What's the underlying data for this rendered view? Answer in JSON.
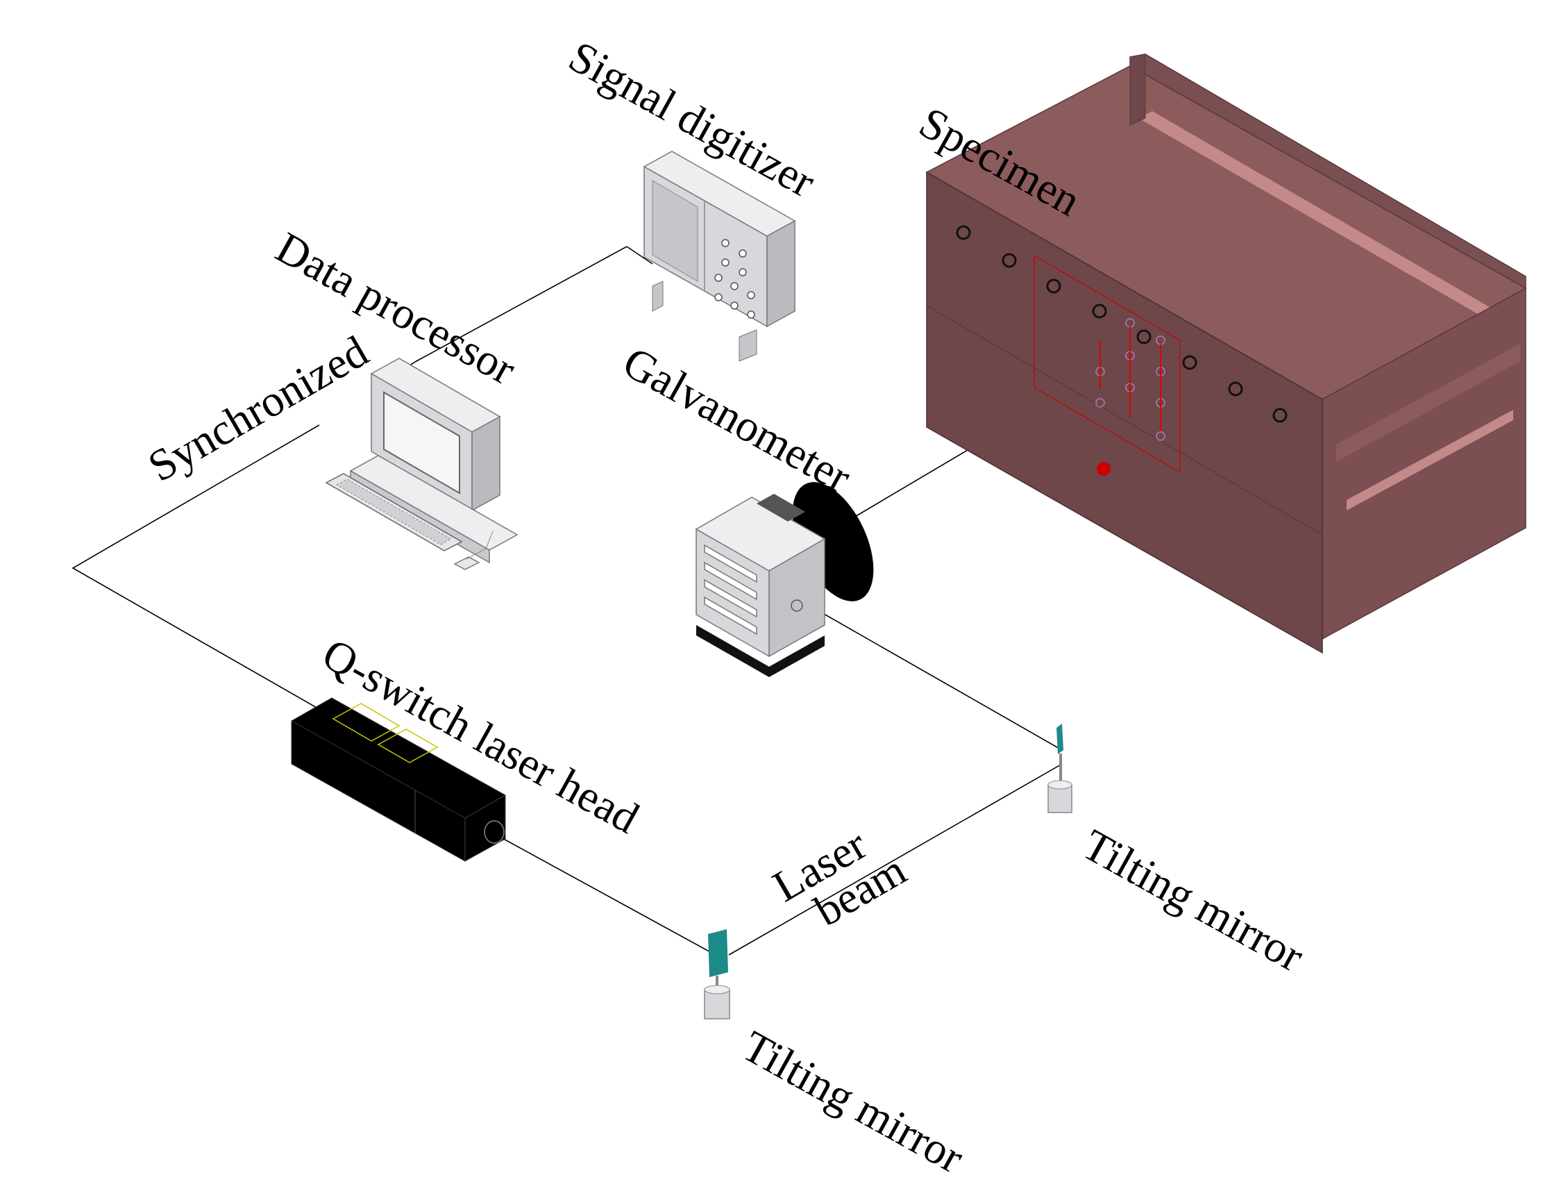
{
  "labels": {
    "signal_digitizer": "Signal digitizer",
    "specimen": "Specimen",
    "data_processor": "Data processor",
    "synchronized": "Synchronized",
    "galvanometer": "Galvanometer",
    "q_switch_laser_head": "Q-switch laser head",
    "laser_beam_line1": "Laser",
    "laser_beam_line2": "beam",
    "tilting_mirror_right": "Tilting mirror",
    "tilting_mirror_left": "Tilting mirror"
  },
  "colors": {
    "specimen_face": "#6e474a",
    "specimen_top": "#8c5b5c",
    "specimen_highlight": "#c48a8a",
    "equipment_light": "#e2e4e6",
    "equipment_mid": "#c8cacd",
    "equipment_dark": "#a9abae",
    "laser_head": "#000000",
    "laser_outline": "#c9c400",
    "mirror": "#1c8a86",
    "sensor_mark": "#cc0000"
  }
}
